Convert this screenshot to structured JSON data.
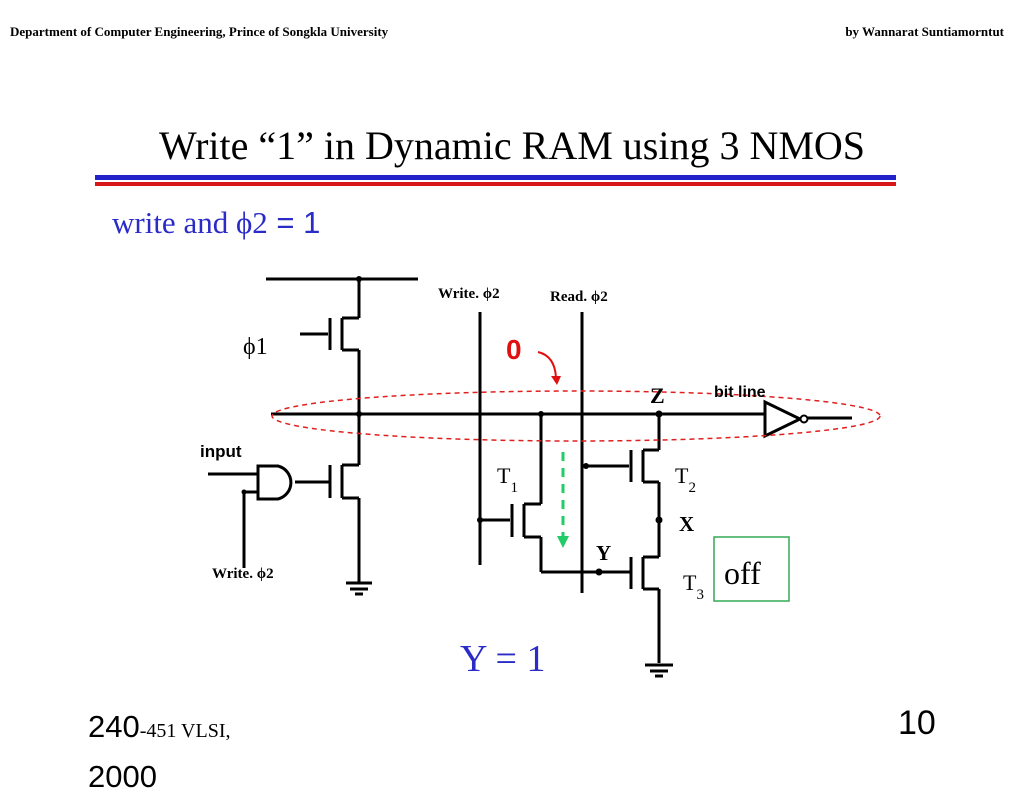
{
  "header": {
    "left": "Department of Computer Engineering, Prince of Songkla University",
    "right": "by Wannarat Suntiamorntut"
  },
  "slide": {
    "title": "Write “1” in Dynamic RAM using  3  NMOS",
    "subtitle_prefix": "write  and  ϕ2",
    "subtitle_suffix": " = 1"
  },
  "diagram": {
    "phi1": "ϕ1",
    "input": "input",
    "write_phi2_left": "Write. ϕ2",
    "write_phi2_top": "Write. ϕ2",
    "read_phi2": "Read. ϕ2",
    "zero": "0",
    "z": "Z",
    "bit_line": "bit line",
    "t1": "T",
    "t1_sub": "1",
    "t2": "T",
    "t2_sub": "2",
    "t3": "T",
    "t3_sub": "3",
    "x": "X",
    "y": "Y",
    "off": "off",
    "y_eq": "Y = 1"
  },
  "footer": {
    "course_main": "240",
    "course_rest": "-451  VLSI,",
    "course_line2": "2000",
    "page": "10"
  },
  "colors": {
    "title_rule_blue": "#2222c8",
    "title_rule_red": "#d81818",
    "subtitle": "#2b2bc8",
    "zero_label": "#e01010",
    "ellipse": "#e02020",
    "arrow_green": "#22cc66",
    "off_box_border": "#33aa55",
    "y_eq": "#2b2bc8"
  }
}
